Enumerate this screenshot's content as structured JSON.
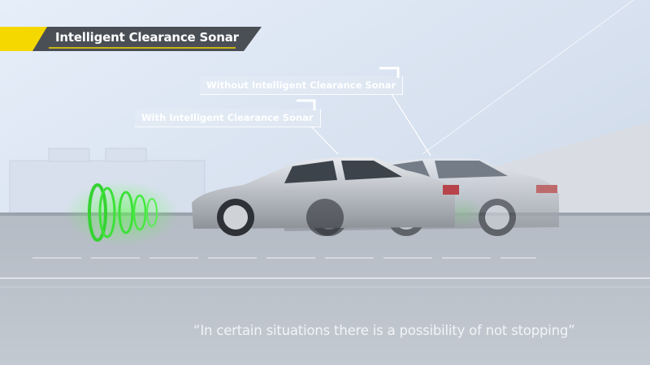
{
  "title": "Intelligent Clearance Sonar",
  "labels": {
    "without": "Without Intelligent Clearance Sonar",
    "with": "With Intelligent Clearance Sonar"
  },
  "caption": "“In certain situations there is a possibility of not stopping”",
  "colors": {
    "accent_yellow": "#f5d800",
    "banner_gray": "#4a4e55",
    "sonar_green": "#3ee03a"
  }
}
